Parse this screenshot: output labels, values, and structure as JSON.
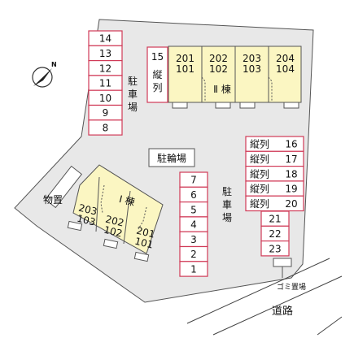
{
  "colors": {
    "lot": "#e8e8e8",
    "building": "#fbf6c2",
    "stall_border": "#d03a57",
    "outline": "#555555"
  },
  "icons": {
    "north": "north-arrow-icon"
  },
  "building2": {
    "label": "Ⅱ 棟",
    "units": [
      [
        "201",
        "101"
      ],
      [
        "202",
        "102"
      ],
      [
        "203",
        "103"
      ],
      [
        "204",
        "104"
      ]
    ]
  },
  "building1": {
    "label": "Ⅰ 棟",
    "units": [
      [
        "203",
        "103"
      ],
      [
        "202",
        "102"
      ],
      [
        "201",
        "101"
      ]
    ]
  },
  "labels": {
    "parking_top": "駐\n車\n場",
    "parking_mid": "駐\n車\n場",
    "bike": "駐輪場",
    "storage": "物置",
    "garbage": "ゴミ置場",
    "road": "道路"
  },
  "parking": {
    "left_column": [
      "14",
      "13",
      "12",
      "11",
      "10",
      "9",
      "8"
    ],
    "top_tandem": {
      "number": "15",
      "tag": "縦\n列"
    },
    "center_column": [
      "7",
      "6",
      "5",
      "4",
      "3",
      "2",
      "1"
    ],
    "right_tandem": [
      "16",
      "17",
      "18",
      "19",
      "20"
    ],
    "right_tandem_tag": "縦列",
    "right_column": [
      "21",
      "22",
      "23"
    ]
  }
}
